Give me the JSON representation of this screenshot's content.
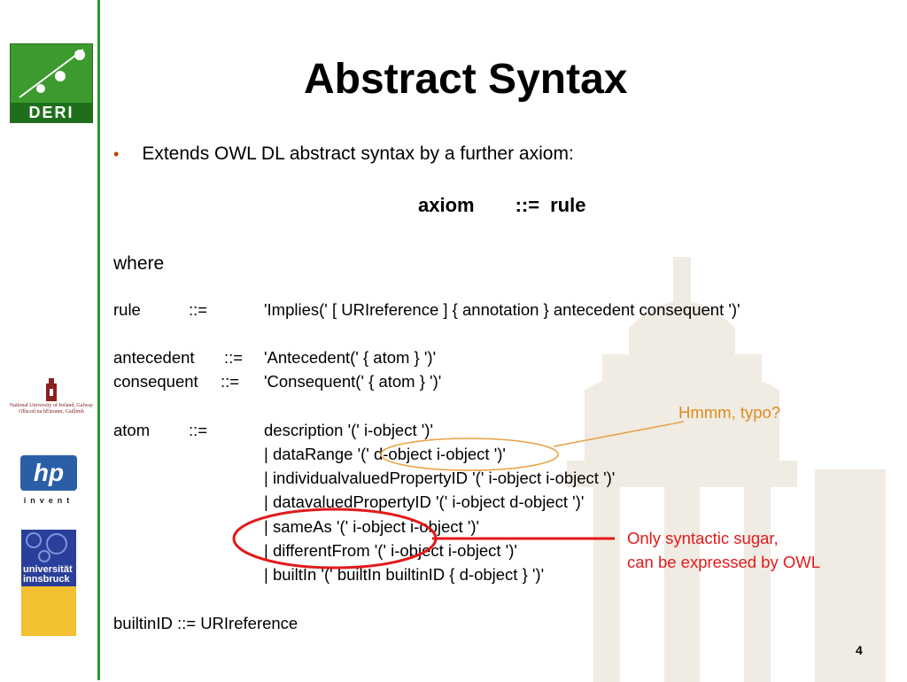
{
  "logos": {
    "deri": "DERI",
    "nuig_lines": [
      "National University of Ireland, Galway",
      "Ollscoil na hÉireann, Gaillimh"
    ],
    "hp_text": "hp",
    "hp_invent": "invent",
    "innsbruck_lines": [
      "universität",
      "innsbruck"
    ]
  },
  "slide": {
    "title": "Abstract Syntax",
    "bullet": "Extends OWL DL abstract syntax by a further axiom:",
    "axiom_lhs": "axiom",
    "axiom_op": "::=",
    "axiom_rhs": "rule",
    "where": "where",
    "grammar": {
      "rule_lhs": "rule",
      "rule_op": "::=",
      "rule_rhs": "'Implies(' [ URIreference ] { annotation } antecedent consequent ')'",
      "antecedent_lhs": "antecedent",
      "antecedent_op": "::=",
      "antecedent_rhs": "'Antecedent(' { atom } ')'",
      "consequent_lhs": "consequent",
      "consequent_op": "::=",
      "consequent_rhs": "'Consequent(' { atom } ')'",
      "atom_lhs": "atom",
      "atom_op": "::=",
      "atom_alternatives": [
        "description '(' i-object ')'",
        "| dataRange '(' d-object i-object ')'",
        "| individualvaluedPropertyID '(' i-object i-object ')'",
        "| datavaluedPropertyID '(' i-object d-object ')'",
        "| sameAs '(' i-object i-object ')'",
        "| differentFrom '(' i-object i-object ')'",
        "| builtIn '(' builtIn builtinID { d-object } ')'"
      ],
      "builtin_line": "builtinID ::= URIreference"
    },
    "annotations": {
      "typo_note": "Hmmm, typo?",
      "sugar_note_line1": "Only syntactic sugar,",
      "sugar_note_line2": "can be expressed by OWL"
    },
    "page_number": "4",
    "colors": {
      "sidebar_line": "#2a9a2a",
      "bullet": "#c04000",
      "typo_note": "#e08a1e",
      "sugar_note": "#e21a1a"
    }
  }
}
